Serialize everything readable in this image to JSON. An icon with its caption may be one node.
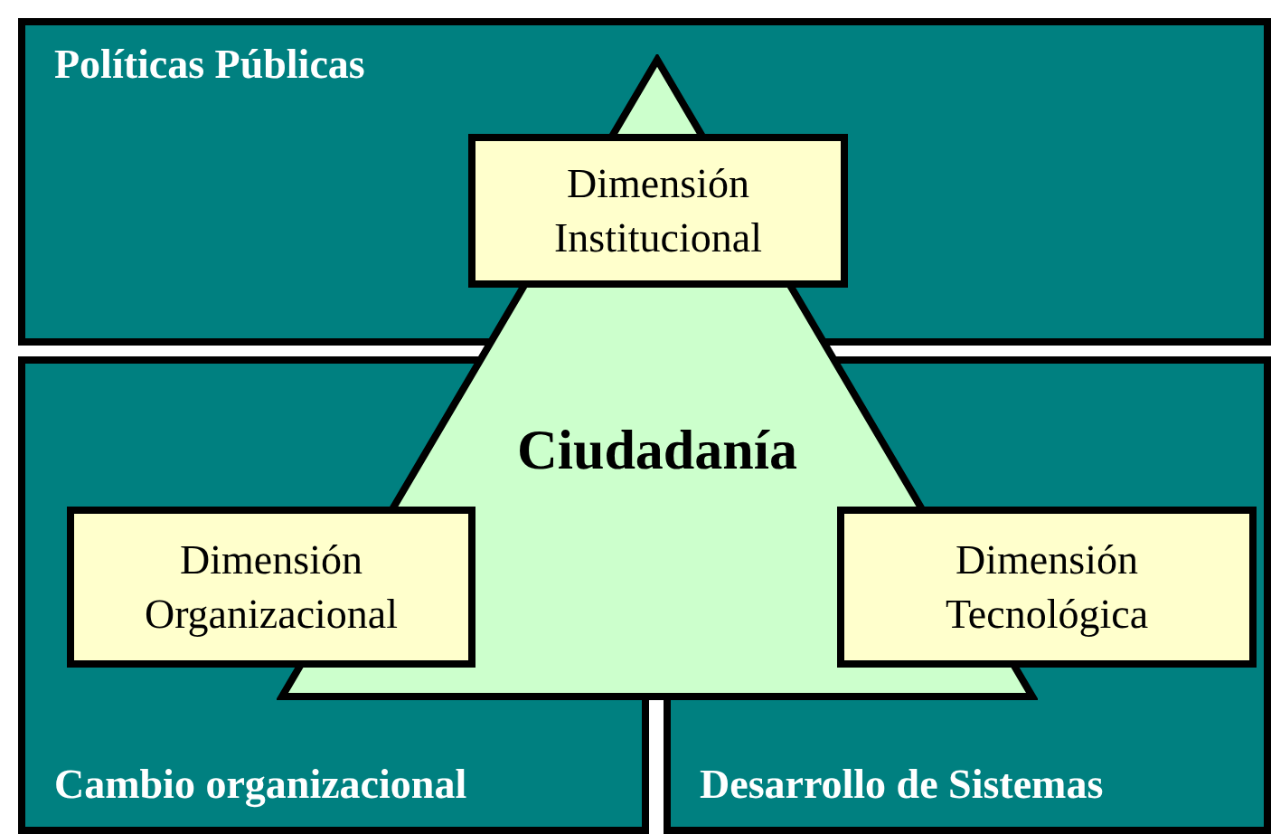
{
  "diagram": {
    "nodes": [
      {
        "text": [
          "Políticas Públicas"
        ]
      },
      {
        "text": [
          "Cambio organizacional"
        ]
      },
      {
        "text": [
          "Desarrollo de Sistemas"
        ]
      },
      {
        "text": [
          "Ciudadanía"
        ]
      },
      {
        "text": [
          "Dimensión Institucional"
        ]
      },
      {
        "text": [
          "Dimensión Organizacional"
        ],
        "in": 1
      },
      {
        "text": [
          "Dimensión Tecnológica"
        ],
        "in": 2
      }
    ]
  }
}
